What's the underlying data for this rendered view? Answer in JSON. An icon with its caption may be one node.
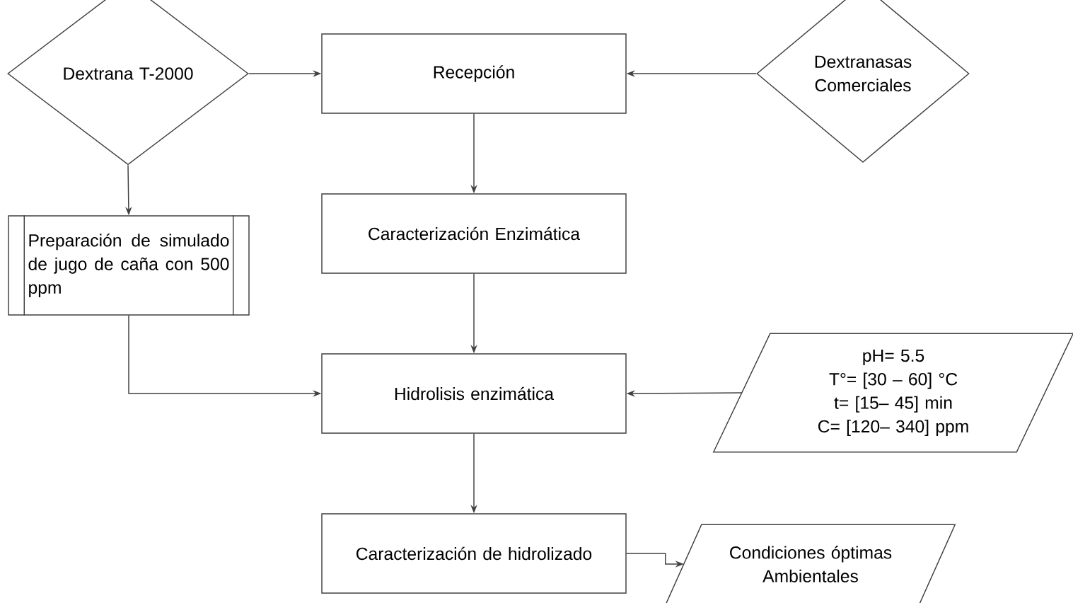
{
  "diagram": {
    "nodes": [
      {
        "text": [
          "Dextrana T-2000"
        ]
      },
      {
        "text": [
          "Recepción"
        ]
      },
      {
        "text": [
          "Dextranasas Comerciales"
        ]
      },
      {
        "text": [
          "Preparación de simulado de jugo de caña con 500 ppm"
        ]
      },
      {
        "text": [
          "Caracterización Enzimática"
        ]
      },
      {
        "text": [
          "Hidrolisis enzimática"
        ]
      },
      {
        "text": [
          "pH= 5.5",
          "T°= [30 – 60] °C",
          "t= [15– 45] min",
          "C= [120– 340] ppm"
        ]
      },
      {
        "text": [
          "Caracterización de hidrolizado"
        ]
      },
      {
        "text": [
          "Condiciones óptimas Ambientales"
        ]
      }
    ],
    "edges": [
      {
        "from": 0,
        "to": 1,
        "arrow": "to"
      },
      {
        "from": 2,
        "to": 1,
        "arrow": "to"
      },
      {
        "from": 0,
        "to": 3,
        "arrow": "to"
      },
      {
        "from": 1,
        "to": 4,
        "arrow": "to"
      },
      {
        "from": 4,
        "to": 5,
        "arrow": "to"
      },
      {
        "from": 3,
        "to": 5,
        "arrow": "to"
      },
      {
        "from": 6,
        "to": 5,
        "arrow": "to"
      },
      {
        "from": 5,
        "to": 7,
        "arrow": "to"
      },
      {
        "from": 7,
        "to": 8,
        "arrow": "to"
      }
    ]
  }
}
